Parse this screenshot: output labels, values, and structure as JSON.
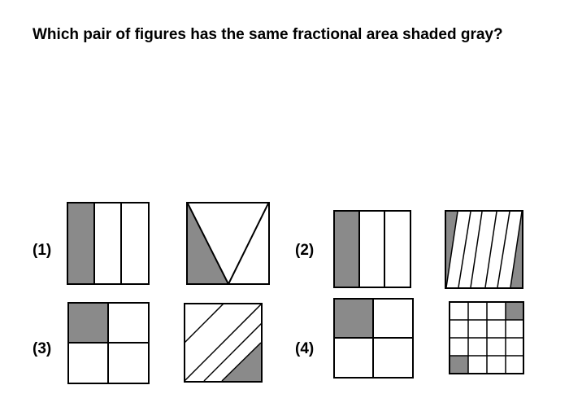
{
  "question": "Which pair of figures has the same fractional area shaded gray?",
  "choices": [
    {
      "label": "(1)"
    },
    {
      "label": "(2)"
    },
    {
      "label": "(3)"
    },
    {
      "label": "(4)"
    }
  ],
  "colors": {
    "shade": "#8a8a8a",
    "outline": "#000000",
    "background": "#ffffff"
  }
}
